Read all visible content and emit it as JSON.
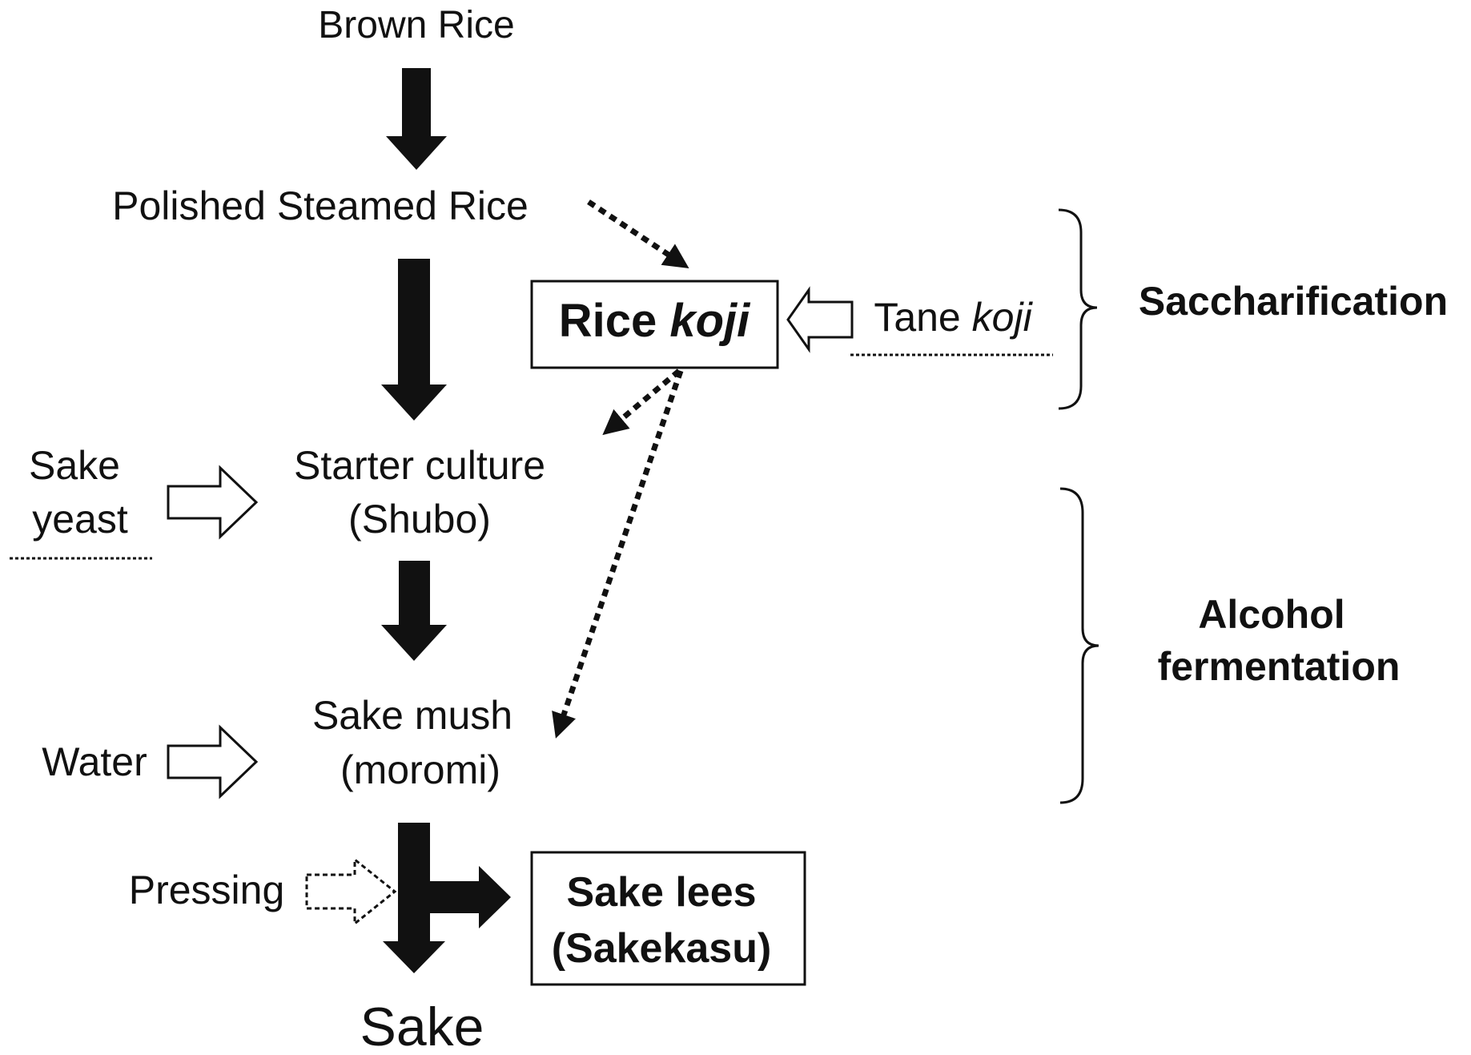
{
  "nodes": {
    "brown_rice": "Brown Rice",
    "polished_steamed_rice": "Polished Steamed Rice",
    "rice_koji": {
      "main": "Rice",
      "italic": "koji"
    },
    "tane_koji": {
      "main": "Tane",
      "italic": "koji"
    },
    "sake_yeast": {
      "line1": "Sake",
      "line2": "yeast"
    },
    "starter_culture": {
      "line1": "Starter culture",
      "line2": "(Shubo)"
    },
    "water": "Water",
    "sake_mush": {
      "line1": "Sake mush",
      "line2": "(moromi)"
    },
    "pressing": "Pressing",
    "sake_lees": {
      "line1": "Sake lees",
      "line2": "(Sakekasu)"
    },
    "sake": "Sake"
  },
  "stages": {
    "saccharification": "Saccharification",
    "alcohol_fermentation": {
      "line1": "Alcohol",
      "line2": "fermentation"
    }
  },
  "colors": {
    "ink": "#111111",
    "background": "#ffffff"
  }
}
